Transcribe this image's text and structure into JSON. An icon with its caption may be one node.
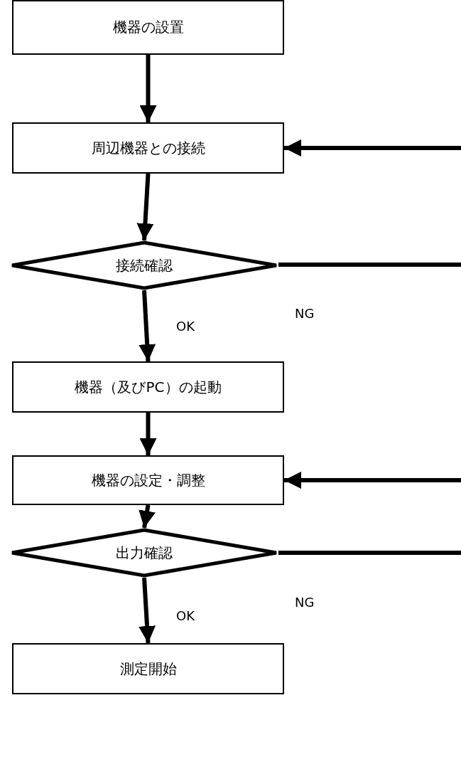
{
  "diagram": {
    "nodes": [
      {
        "text": [
          "機器の設置"
        ]
      },
      {
        "text": [
          "周辺機器との接続"
        ]
      },
      {
        "text": [
          "接続確認"
        ]
      },
      {
        "text": [
          "機器（及びPC）の起動"
        ]
      },
      {
        "text": [
          "機器の設定・調整"
        ]
      },
      {
        "text": [
          "出力確認"
        ]
      },
      {
        "text": [
          "測定開始"
        ]
      }
    ],
    "edges": [
      {
        "from": 0,
        "to": 1,
        "arrow": "to"
      },
      {
        "from": 1,
        "to": 2,
        "arrow": "to"
      },
      {
        "from": 2,
        "to": 3,
        "arrow": "to",
        "label": "OK"
      },
      {
        "from": 3,
        "to": 4,
        "arrow": "to"
      },
      {
        "from": 4,
        "to": 5,
        "arrow": "to"
      },
      {
        "from": 5,
        "to": 6,
        "arrow": "to",
        "label": "OK"
      },
      {
        "from": 2,
        "to": null,
        "arrow": "none",
        "label": "NG"
      },
      {
        "from": null,
        "to": 1,
        "arrow": "to"
      },
      {
        "from": 5,
        "to": null,
        "arrow": "none",
        "label": "NG"
      },
      {
        "from": null,
        "to": 4,
        "arrow": "to"
      }
    ]
  }
}
